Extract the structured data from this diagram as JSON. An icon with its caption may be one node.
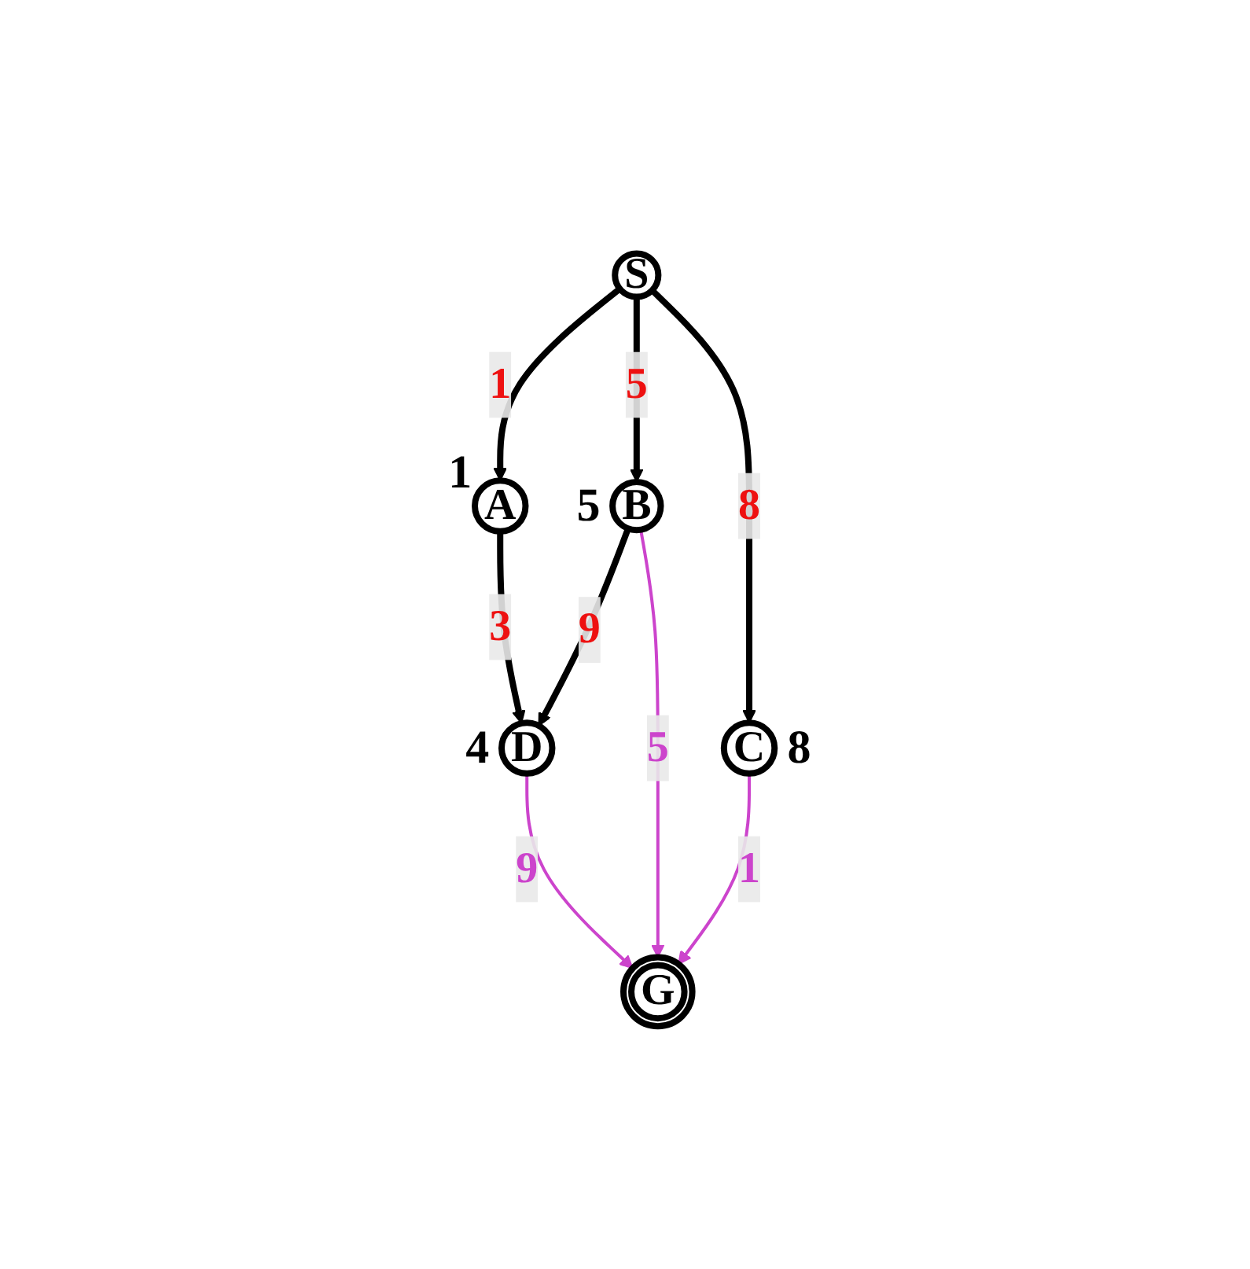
{
  "diagram": {
    "nodes": [
      {
        "text": [
          "S"
        ]
      },
      {
        "text": [
          "A"
        ],
        "beside": [
          "1"
        ]
      },
      {
        "text": [
          "B"
        ],
        "beside": [
          "5"
        ]
      },
      {
        "text": [
          "C"
        ],
        "beside": [
          "8"
        ]
      },
      {
        "text": [
          "D"
        ],
        "beside": [
          "4"
        ]
      },
      {
        "text": [
          "G"
        ]
      }
    ],
    "edges": [
      {
        "from": 0,
        "to": 1,
        "arrow": "to",
        "label": "1"
      },
      {
        "from": 0,
        "to": 2,
        "arrow": "to",
        "label": "5"
      },
      {
        "from": 0,
        "to": 3,
        "arrow": "to",
        "label": "8"
      },
      {
        "from": 1,
        "to": 4,
        "arrow": "to",
        "label": "3"
      },
      {
        "from": 2,
        "to": 4,
        "arrow": "to",
        "label": "9"
      },
      {
        "from": 2,
        "to": 5,
        "arrow": "to",
        "label": "5",
        "color": "#cc44cc"
      },
      {
        "from": 3,
        "to": 5,
        "arrow": "to",
        "label": "1",
        "color": "#cc44cc"
      },
      {
        "from": 4,
        "to": 5,
        "arrow": "to",
        "label": "9",
        "color": "#cc44cc"
      }
    ]
  }
}
